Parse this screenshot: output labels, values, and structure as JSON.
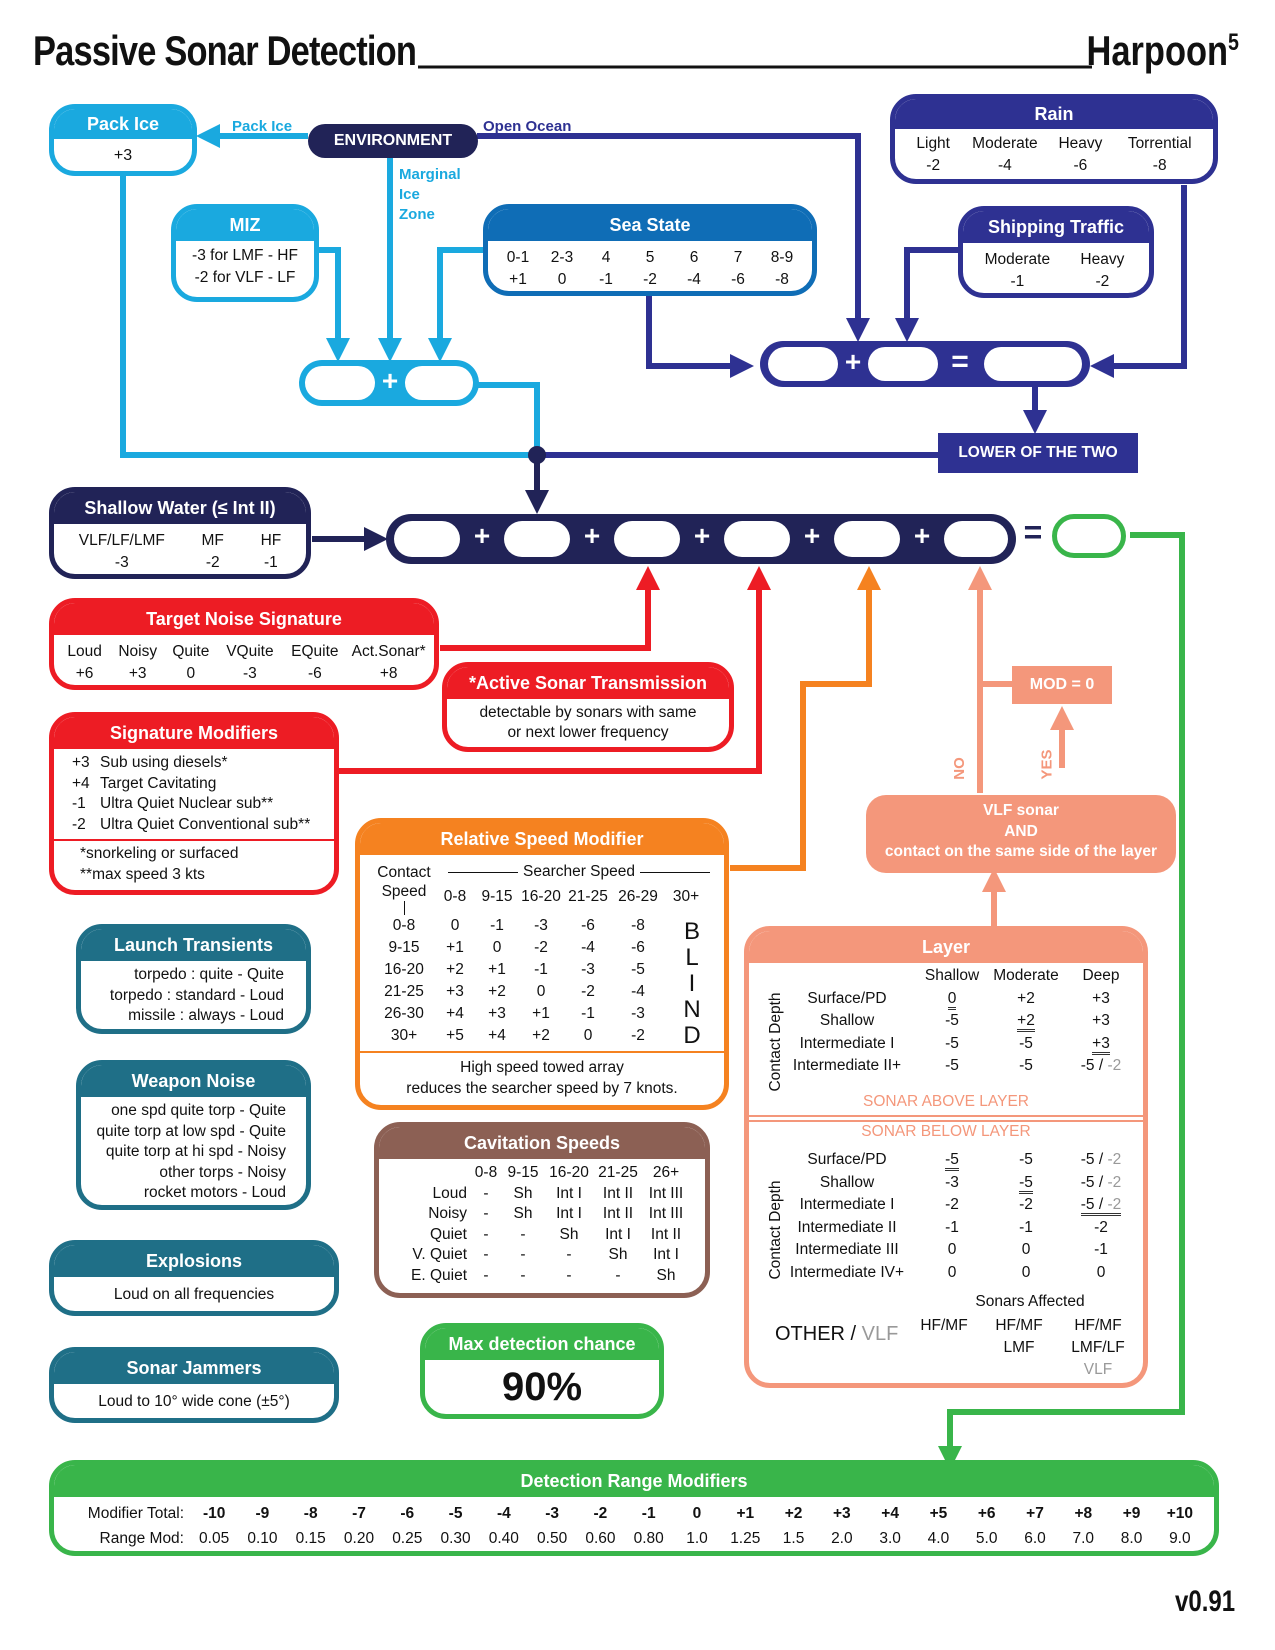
{
  "title": "Passive Sonar Detection",
  "brand": "Harpoon",
  "brand_sup": "5",
  "version": "v0.91",
  "environment": {
    "label": "ENVIRONMENT",
    "pack_ice": "Pack Ice",
    "open_ocean": "Open Ocean",
    "miz_line1": "Marginal",
    "miz_line2": "Ice",
    "miz_line3": "Zone"
  },
  "pack_ice": {
    "title": "Pack Ice",
    "value": "+3"
  },
  "miz": {
    "title": "MIZ",
    "rows": [
      {
        "mod": "-3",
        "text": " for LMF - HF"
      },
      {
        "mod": "-2",
        "text": " for VLF - LF"
      }
    ]
  },
  "sea_state": {
    "title": "Sea State",
    "headers": [
      "0-1",
      "2-3",
      "4",
      "5",
      "6",
      "7",
      "8-9"
    ],
    "values": [
      "+1",
      "0",
      "-1",
      "-2",
      "-4",
      "-6",
      "-8"
    ]
  },
  "rain": {
    "title": "Rain",
    "headers": [
      "Light",
      "Moderate",
      "Heavy",
      "Torrential"
    ],
    "values": [
      "-2",
      "-4",
      "-6",
      "-8"
    ]
  },
  "shipping": {
    "title": "Shipping Traffic",
    "headers": [
      "Moderate",
      "Heavy"
    ],
    "values": [
      "-1",
      "-2"
    ]
  },
  "lower_two": "LOWER OF THE TWO",
  "shallow": {
    "title": "Shallow Water (≤ Int II)",
    "headers": [
      "VLF/LF/LMF",
      "MF",
      "HF"
    ],
    "values": [
      "-3",
      "-2",
      "-1"
    ]
  },
  "target_noise": {
    "title": "Target Noise Signature",
    "headers": [
      "Loud",
      "Noisy",
      "Quite",
      "VQuite",
      "EQuite",
      "Act.Sonar*"
    ],
    "values": [
      "+6",
      "+3",
      "0",
      "-3",
      "-6",
      "+8"
    ]
  },
  "active_sonar": {
    "title": "*Active Sonar Transmission",
    "line1": "detectable by sonars with same",
    "line2": "or next lower frequency"
  },
  "sig_mods": {
    "title": "Signature Modifiers",
    "rows": [
      {
        "v": "+3",
        "t": "Sub using diesels*"
      },
      {
        "v": "+4",
        "t": "Target Cavitating"
      },
      {
        "v": "-1",
        "t": "Ultra Quiet Nuclear sub**"
      },
      {
        "v": "-2",
        "t": "Ultra Quiet Conventional sub**"
      }
    ],
    "notes": [
      "*snorkeling or surfaced",
      "**max speed 3 kts"
    ]
  },
  "launch": {
    "title": "Launch Transients",
    "rows": [
      {
        "t": "torpedo : quite - ",
        "v": "Quite"
      },
      {
        "t": "torpedo : standard - ",
        "v": "Loud"
      },
      {
        "t": "missile : always - ",
        "v": "Loud"
      }
    ]
  },
  "weapon": {
    "title": "Weapon Noise",
    "rows": [
      {
        "t": "one spd quite torp - ",
        "v": "Quite"
      },
      {
        "t": "quite torp at low spd - ",
        "v": "Quite"
      },
      {
        "t": "quite torp at hi spd - ",
        "v": "Noisy"
      },
      {
        "t": "other torps - ",
        "v": "Noisy"
      },
      {
        "t": "rocket motors - ",
        "v": "Loud"
      }
    ]
  },
  "explosions": {
    "title": "Explosions",
    "text": "Loud on all frequencies"
  },
  "jammers": {
    "title": "Sonar Jammers",
    "text": "Loud to 10° wide cone (±5°)"
  },
  "rel_speed": {
    "title": "Relative Speed Modifier",
    "contact": "Contact",
    "speed": "Speed",
    "searcher": "Searcher Speed",
    "cols": [
      "0-8",
      "9-15",
      "16-20",
      "21-25",
      "26-29",
      "30+"
    ],
    "rows": [
      {
        "s": "0-8",
        "v": [
          "0",
          "-1",
          "-3",
          "-6",
          "-8"
        ]
      },
      {
        "s": "9-15",
        "v": [
          "+1",
          "0",
          "-2",
          "-4",
          "-6"
        ]
      },
      {
        "s": "16-20",
        "v": [
          "+2",
          "+1",
          "-1",
          "-3",
          "-5"
        ]
      },
      {
        "s": "21-25",
        "v": [
          "+3",
          "+2",
          "0",
          "-2",
          "-4"
        ]
      },
      {
        "s": "26-30",
        "v": [
          "+4",
          "+3",
          "+1",
          "-1",
          "-3"
        ]
      },
      {
        "s": "30+",
        "v": [
          "+5",
          "+4",
          "+2",
          "0",
          "-2"
        ]
      }
    ],
    "blind": [
      "B",
      "L",
      "I",
      "N",
      "D"
    ],
    "note1": "High speed towed array",
    "note2": "reduces the searcher speed by 7 knots."
  },
  "cavitation": {
    "title": "Cavitation Speeds",
    "cols": [
      "0-8",
      "9-15",
      "16-20",
      "21-25",
      "26+"
    ],
    "rows": [
      {
        "n": "Loud",
        "v": [
          "-",
          "Sh",
          "Int I",
          "Int II",
          "Int III"
        ]
      },
      {
        "n": "Noisy",
        "v": [
          "-",
          "Sh",
          "Int I",
          "Int II",
          "Int III"
        ]
      },
      {
        "n": "Quiet",
        "v": [
          "-",
          "-",
          "Sh",
          "Int I",
          "Int II"
        ]
      },
      {
        "n": "V. Quiet",
        "v": [
          "-",
          "-",
          "-",
          "Sh",
          "Int I"
        ]
      },
      {
        "n": "E. Quiet",
        "v": [
          "-",
          "-",
          "-",
          "-",
          "Sh"
        ]
      }
    ]
  },
  "max_chance": {
    "title": "Max detection chance",
    "value": "90%"
  },
  "vlf": {
    "line1": "VLF sonar",
    "line2": "AND",
    "line3": "contact on the same side of the layer",
    "mod": "MOD = 0",
    "no": "NO",
    "yes": "YES"
  },
  "layer": {
    "title": "Layer",
    "cols": [
      "Shallow",
      "Moderate",
      "Deep"
    ],
    "axis": "Contact Depth",
    "above_rows": [
      {
        "d": "Surface/PD",
        "v": [
          "0",
          "+2",
          "+3"
        ]
      },
      {
        "d": "Shallow",
        "v": [
          "-5",
          "+2",
          "+3"
        ]
      },
      {
        "d": "Intermediate I",
        "v": [
          "-5",
          "-5",
          "+3"
        ]
      },
      {
        "d": "Intermediate II+",
        "v": [
          "-5",
          "-5",
          "-5 / -2"
        ]
      }
    ],
    "above_label": "SONAR ABOVE LAYER",
    "below_label": "SONAR BELOW LAYER",
    "below_rows": [
      {
        "d": "Surface/PD",
        "v": [
          "-5",
          "-5",
          "-5 / -2"
        ]
      },
      {
        "d": "Shallow",
        "v": [
          "-3",
          "-5",
          "-5 / -2"
        ]
      },
      {
        "d": "Intermediate I",
        "v": [
          "-2",
          "-2",
          "-5 / -2"
        ]
      },
      {
        "d": "Intermediate II",
        "v": [
          "-1",
          "-1",
          "-2"
        ]
      },
      {
        "d": "Intermediate III",
        "v": [
          "0",
          "0",
          "-1"
        ]
      },
      {
        "d": "Intermediate IV+",
        "v": [
          "0",
          "0",
          "0"
        ]
      }
    ],
    "other": "OTHER",
    "other_vlf": "VLF",
    "affected": "Sonars Affected",
    "aff": [
      [
        "HF/MF"
      ],
      [
        "HF/MF",
        "LMF"
      ],
      [
        "HF/MF",
        "LMF/LF",
        "VLF"
      ]
    ]
  },
  "detection": {
    "title": "Detection Range Modifiers",
    "row1_label": "Modifier Total:",
    "row2_label": "Range Mod:",
    "totals": [
      "-10",
      "-9",
      "-8",
      "-7",
      "-6",
      "-5",
      "-4",
      "-3",
      "-2",
      "-1",
      "0",
      "+1",
      "+2",
      "+3",
      "+4",
      "+5",
      "+6",
      "+7",
      "+8",
      "+9",
      "+10"
    ],
    "ranges": [
      "0.05",
      "0.10",
      "0.15",
      "0.20",
      "0.25",
      "0.30",
      "0.40",
      "0.50",
      "0.60",
      "0.80",
      "1.0",
      "1.25",
      "1.5",
      "2.0",
      "3.0",
      "4.0",
      "5.0",
      "6.0",
      "7.0",
      "8.0",
      "9.0"
    ]
  },
  "symbols": {
    "plus": "+",
    "equals": "="
  },
  "colors": {
    "light_blue": "#1aa9df",
    "mid_blue": "#0f6db6",
    "navy": "#2e3192",
    "dark_navy": "#212357",
    "red": "#ed1c24",
    "orange": "#f58220",
    "salmon": "#f4977b",
    "teal": "#1f6f87",
    "brown": "#8c6054",
    "green": "#39b54a"
  }
}
